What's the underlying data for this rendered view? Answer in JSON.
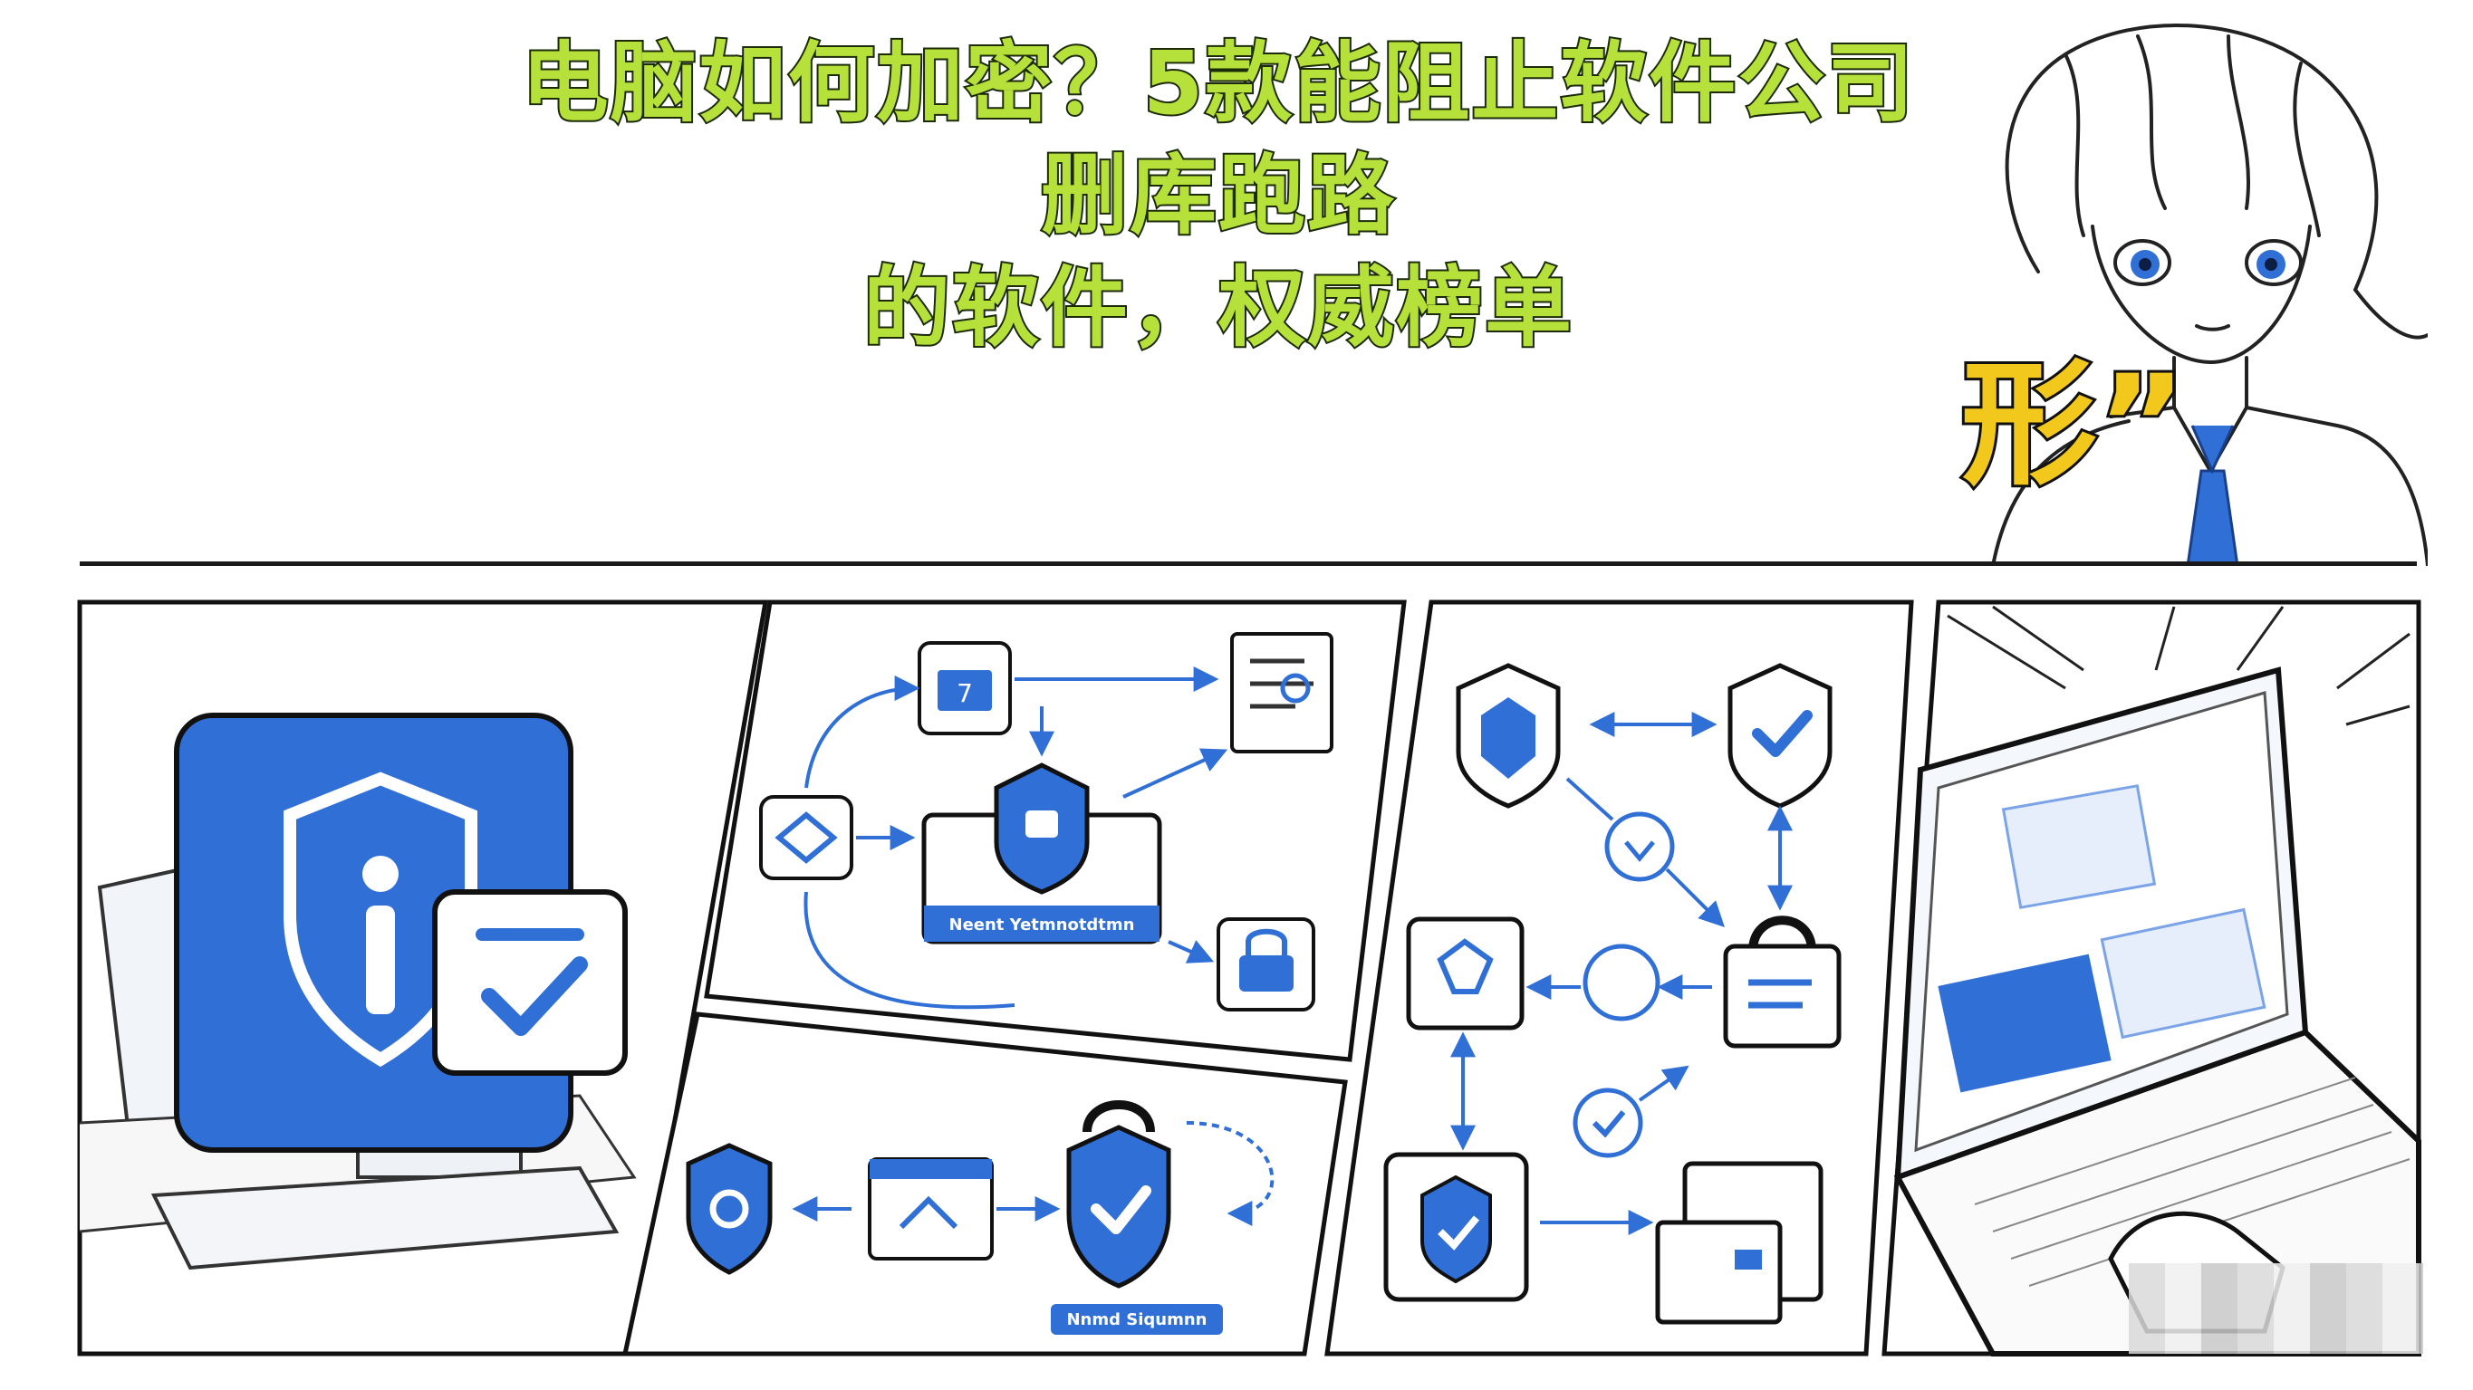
{
  "title": {
    "line1": "电脑如何加密？5款能阻止软件公司删库跑路",
    "line2": "的软件，权威榜单"
  },
  "sfx": "形”",
  "panel2": {
    "calendar_day": "7",
    "banner_caption": "Neent Yetmnotdtmn"
  },
  "panel3": {
    "banner_caption": "Nnmd Siqumnn"
  },
  "colors": {
    "title_fill": "#b6e03a",
    "accent_blue": "#2f6fd6",
    "sfx_fill": "#f2c81c",
    "ink": "#1a1a1a"
  },
  "icons": [
    "shield-info-icon",
    "checkmark-card-icon",
    "calendar-icon",
    "document-icon",
    "lock-icon",
    "shield-check-icon",
    "padlock-icon",
    "laptop-icon"
  ]
}
